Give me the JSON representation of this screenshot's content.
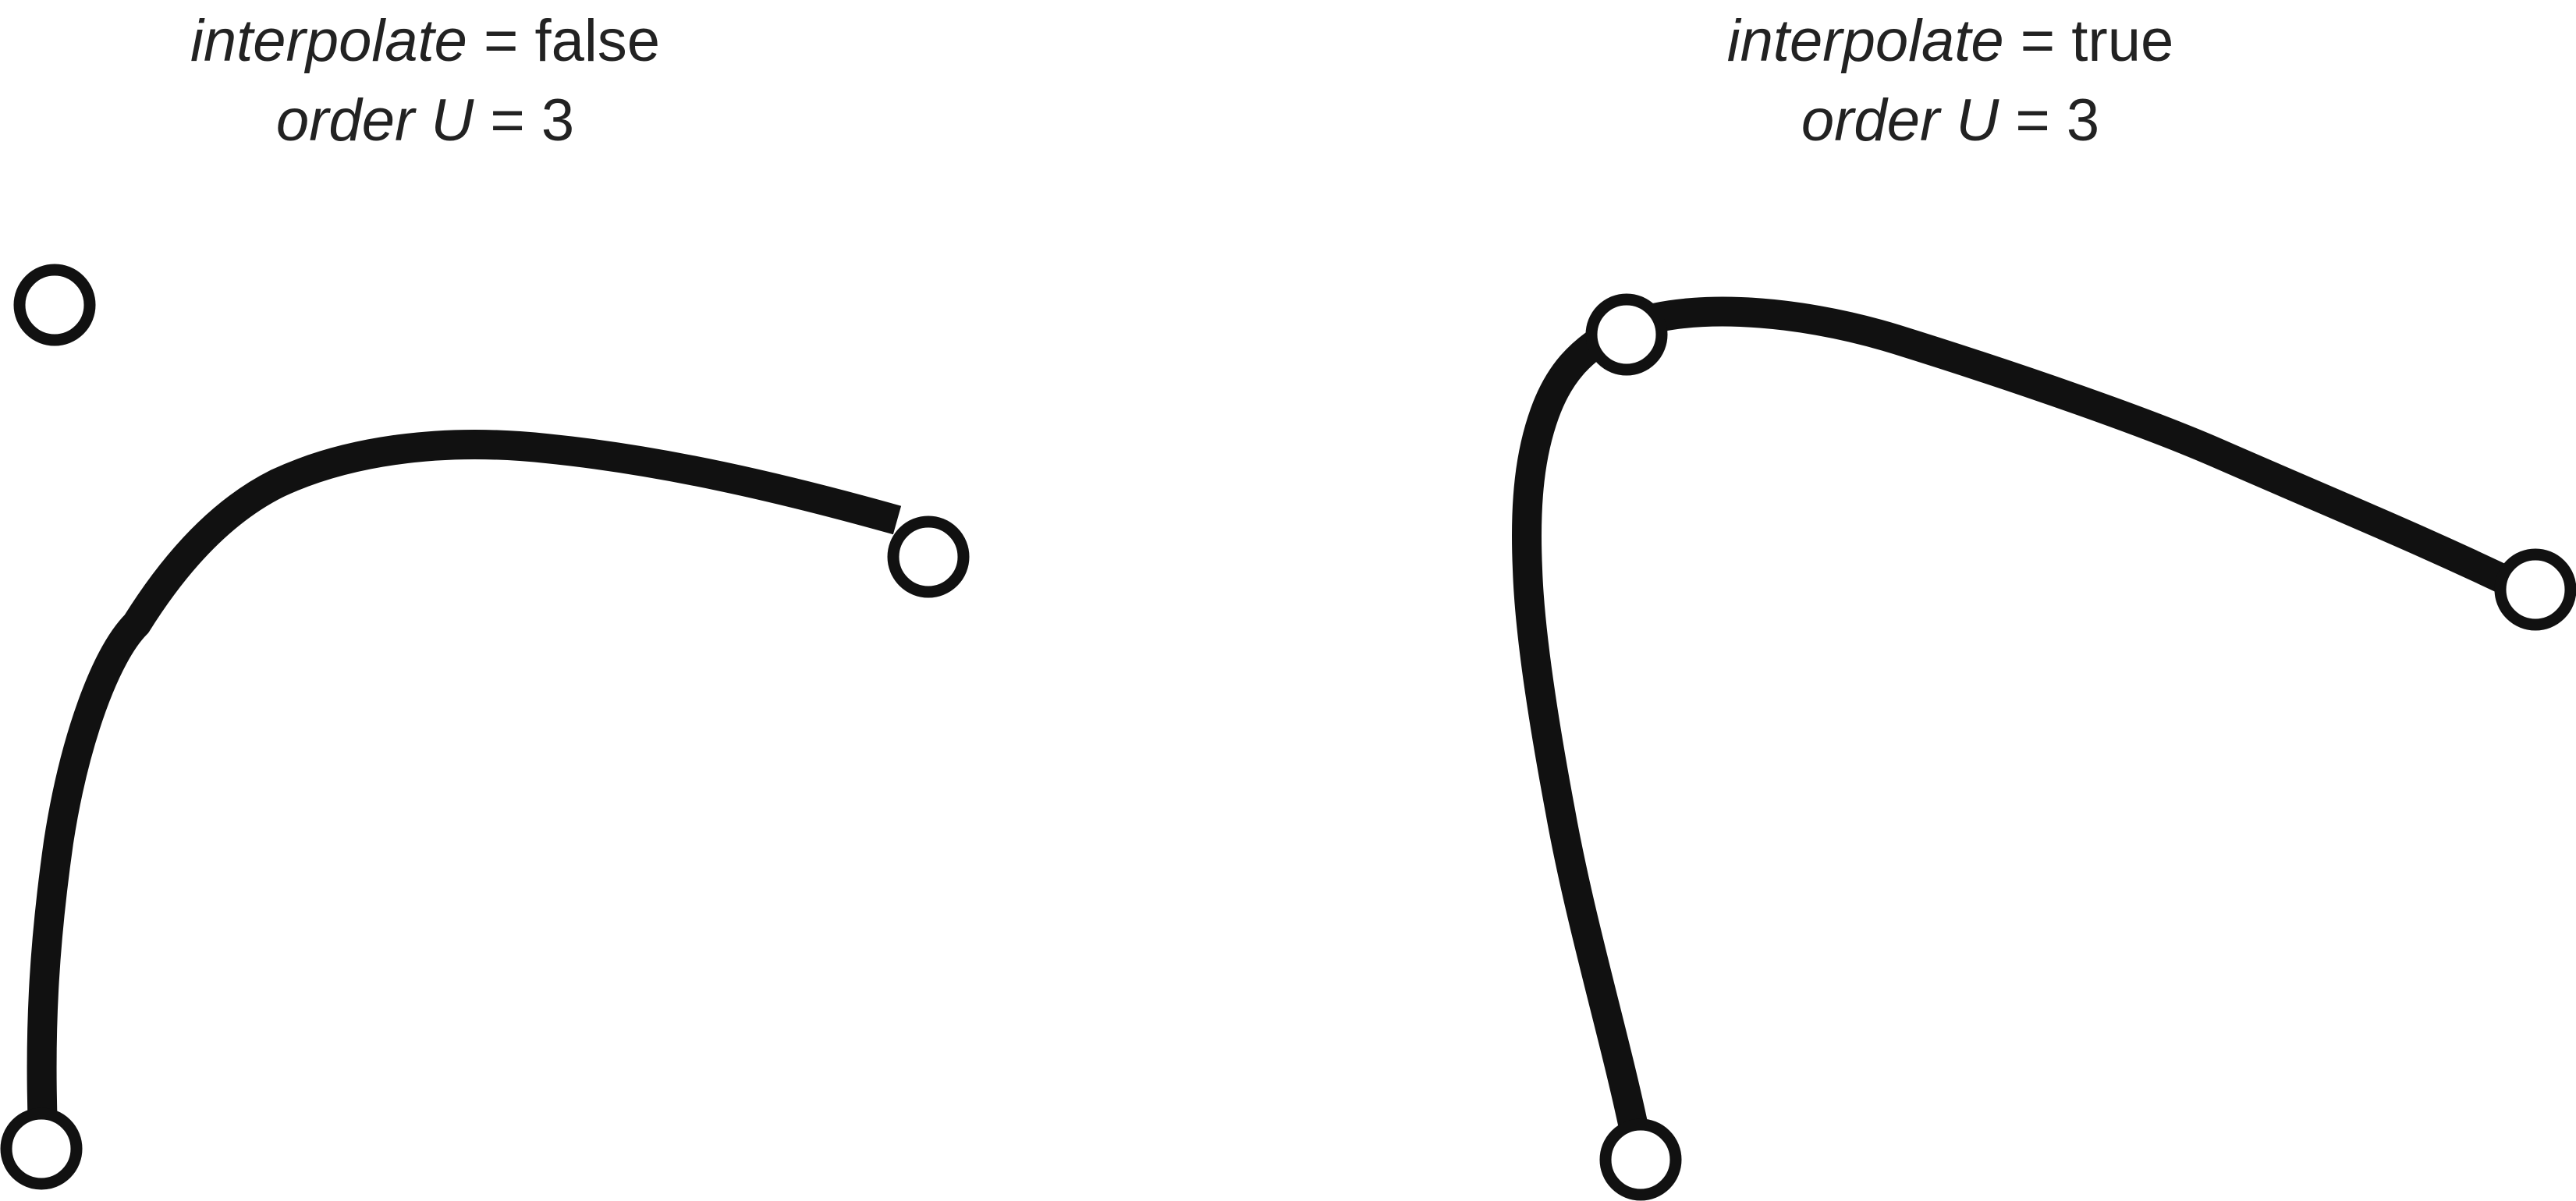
{
  "panels": [
    {
      "line1": {
        "variable": "interpolate",
        "value": "= false"
      },
      "line2": {
        "variable": "order U",
        "value": "= 3"
      }
    },
    {
      "line1": {
        "variable": "interpolate",
        "value": "= true"
      },
      "line2": {
        "variable": "order U",
        "value": "= 3"
      }
    }
  ],
  "colors": {
    "stroke": "#111111",
    "text": "#222222",
    "point_fill": "#ffffff",
    "background": "#ffffff"
  }
}
